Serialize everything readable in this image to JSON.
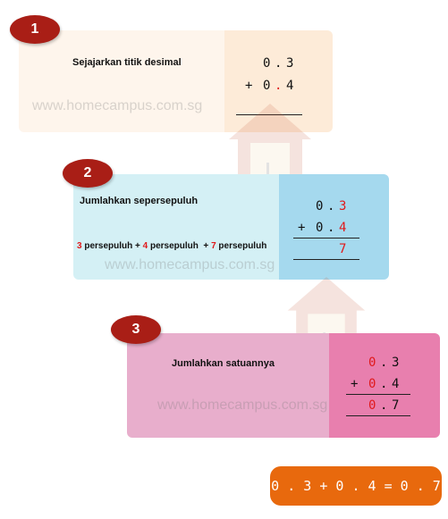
{
  "colors": {
    "badge": "#a91e16",
    "card1_left": "#fef5ec",
    "card1_right": "#fdebd8",
    "card2_left": "#d4f0f5",
    "card2_right": "#a5d9ee",
    "card3_left": "#e8aecc",
    "card3_right": "#e87fae",
    "answer": "#e8690d",
    "red_digit": "#e0191b"
  },
  "watermark": "www.homecampus.com.sg",
  "step1": {
    "number": "1",
    "title": "Sejajarkan titik desimal",
    "row1": [
      "0",
      ".",
      "3"
    ],
    "row2": [
      "+",
      "0",
      ".",
      "4"
    ]
  },
  "step2": {
    "number": "2",
    "title": "Jumlahkan sepersepuluh",
    "expl": {
      "n1": "3",
      "w1": " persepuluh + ",
      "n2": "4",
      "w2": " persepuluh  + ",
      "n3": "7",
      "w3": " persepuluh"
    },
    "row1": [
      "0",
      ".",
      "3"
    ],
    "row2": [
      "+",
      "0",
      ".",
      "4"
    ],
    "result": "7"
  },
  "step3": {
    "number": "3",
    "title": "Jumlahkan satuannya",
    "row1": [
      "0",
      ".",
      "3"
    ],
    "row2": [
      "+",
      "0",
      ".",
      "4"
    ],
    "result": [
      "0",
      ".",
      "7"
    ]
  },
  "answer": "0.3 + 0.4 = 0.7"
}
